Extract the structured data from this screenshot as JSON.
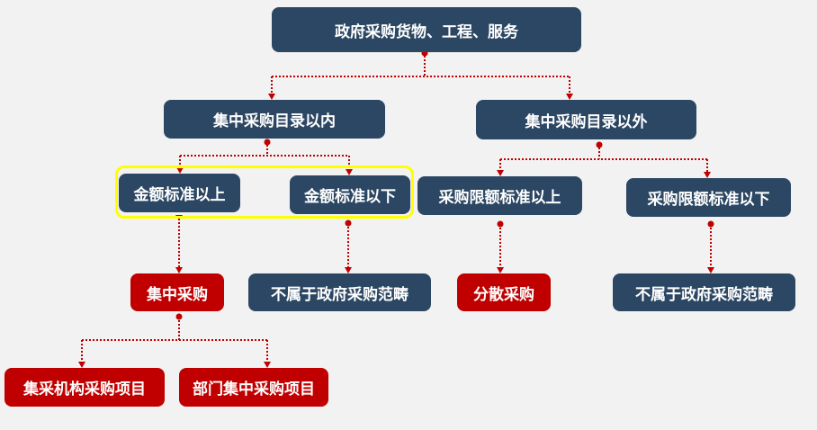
{
  "colors": {
    "navy": "#2c4763",
    "red": "#c00000",
    "connector": "#c00000",
    "highlight": "#ffff00",
    "background": "#f2f2f2"
  },
  "nodes": {
    "root": "政府采购货物、工程、服务",
    "in_catalog": "集中采购目录以内",
    "out_catalog": "集中采购目录以外",
    "above_amount": "金额标准以上",
    "below_amount": "金额标准以下",
    "above_limit": "采购限额标准以上",
    "below_limit": "采购限额标准以下",
    "centralized": "集中采购",
    "not_gov_1": "不属于政府采购范畴",
    "decentralized": "分散采购",
    "not_gov_2": "不属于政府采购范畴",
    "agency_projects": "集采机构采购项目",
    "dept_projects": "部门集中采购项目"
  }
}
